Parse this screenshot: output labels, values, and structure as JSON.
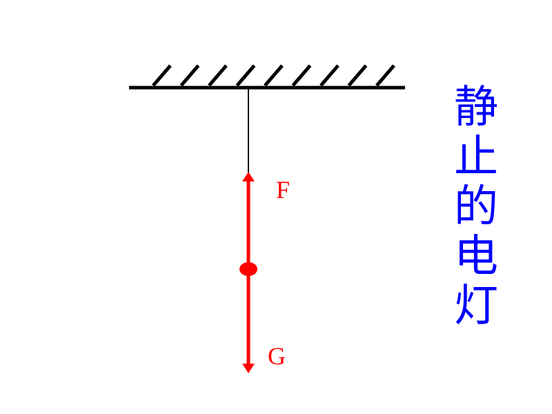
{
  "labels": {
    "upward_force": "F",
    "downward_force": "G"
  },
  "title_chars": [
    "静",
    "止",
    "的",
    "电",
    "灯"
  ],
  "colors": {
    "force": "#ff0000",
    "title": "#0000ff",
    "structure": "#000000"
  }
}
